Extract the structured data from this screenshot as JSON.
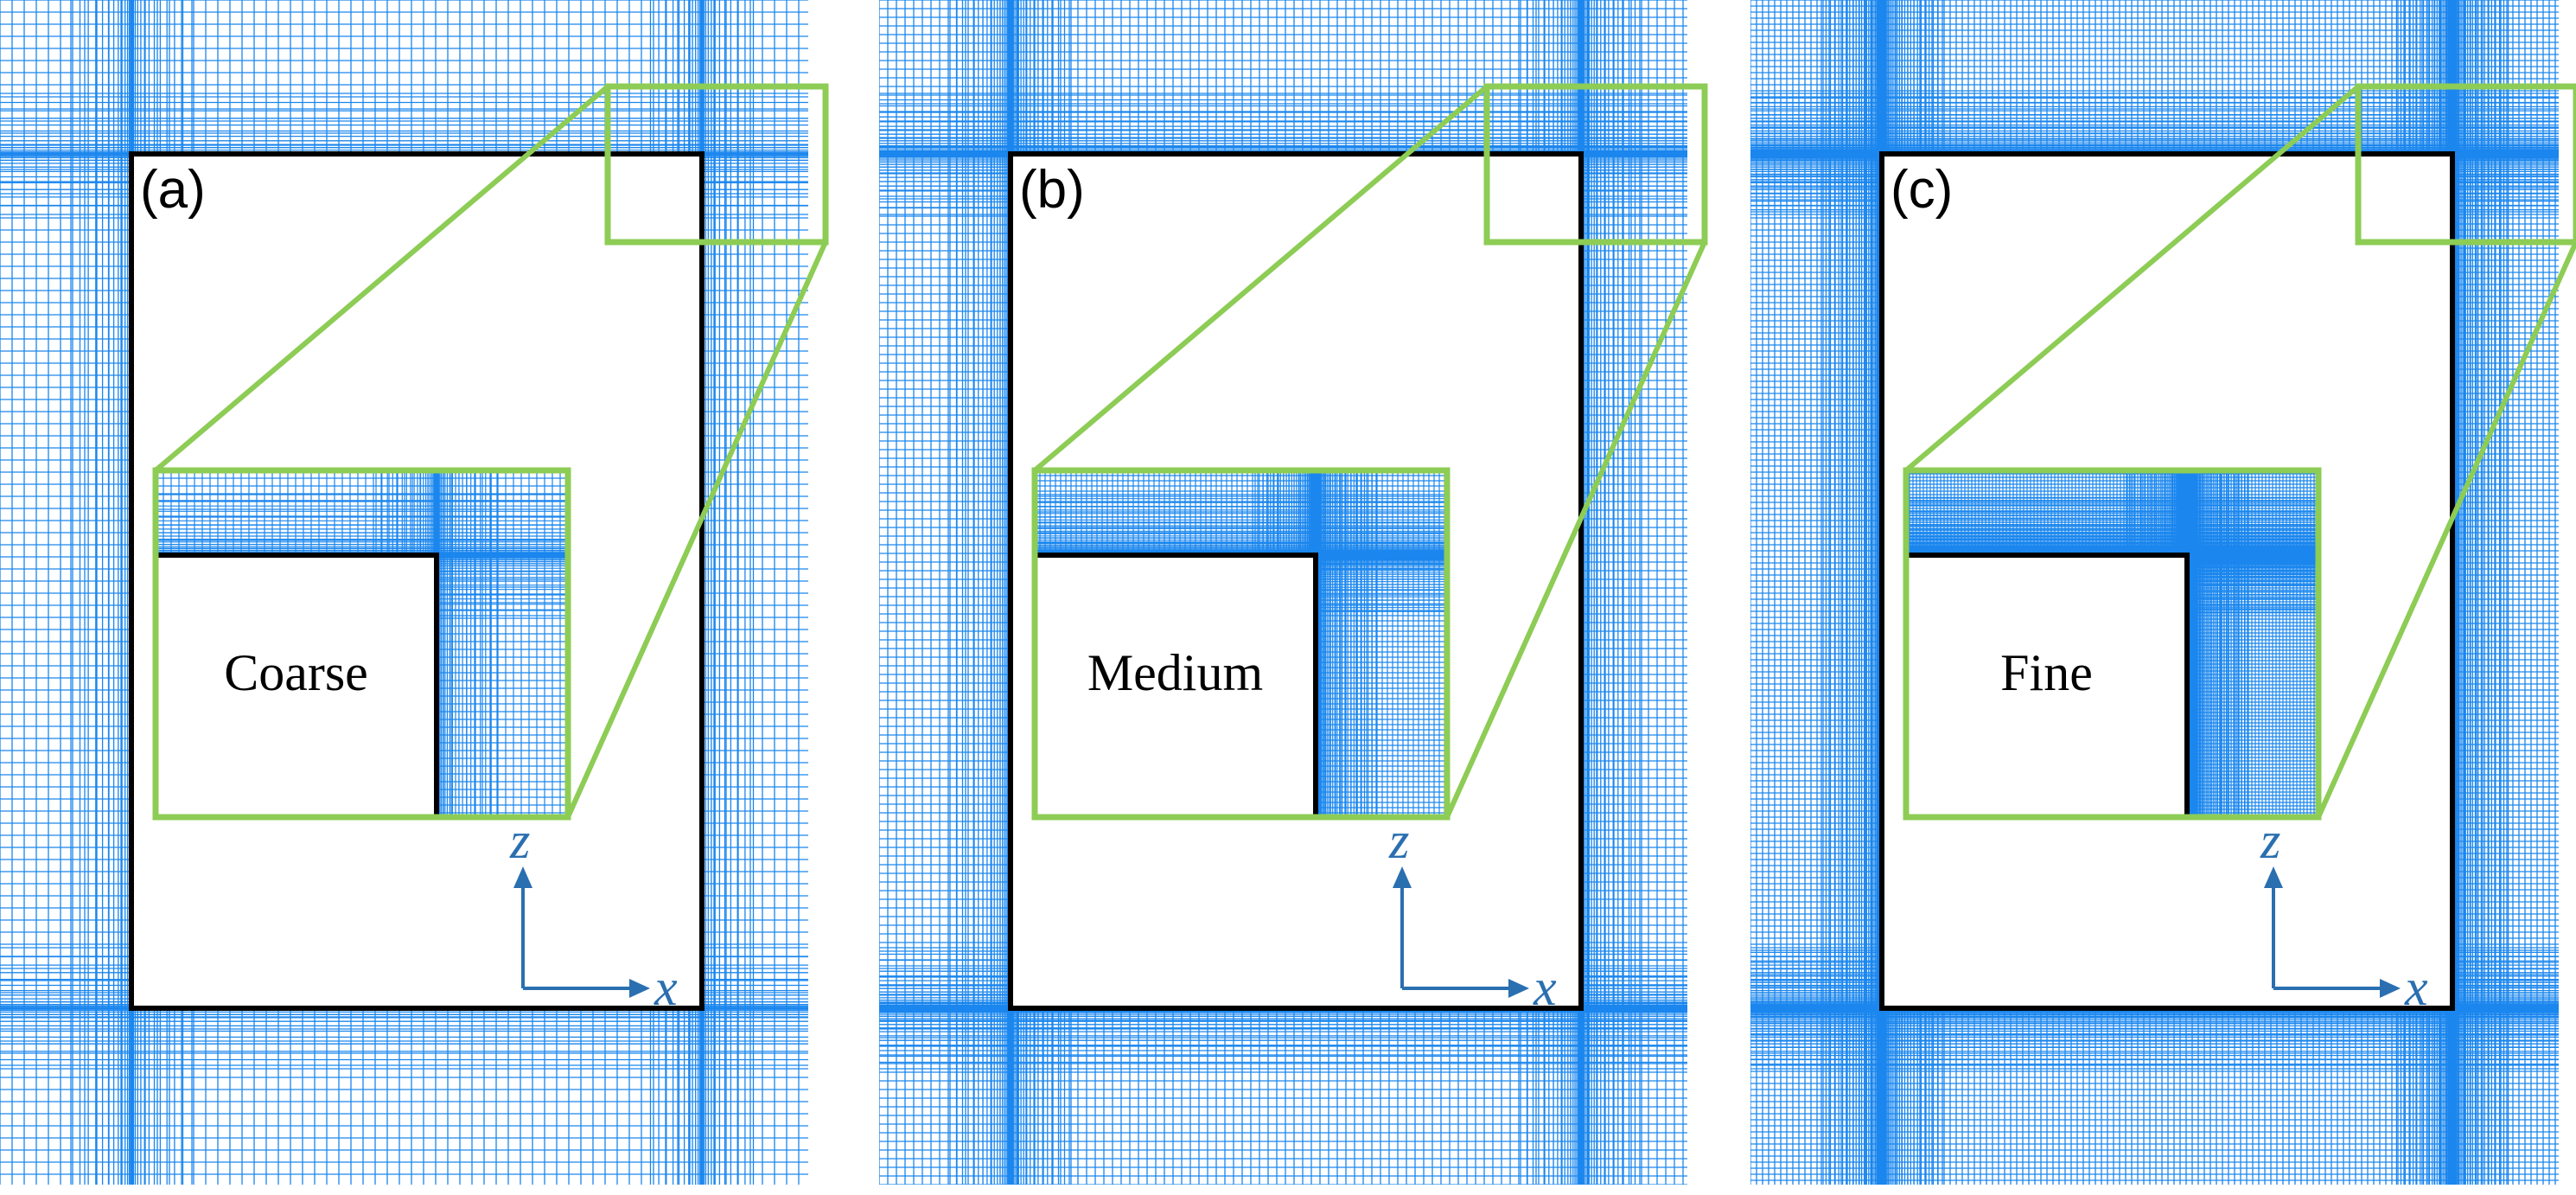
{
  "colors": {
    "mesh": "#1a86ee",
    "zoom_box": "#8dcc55",
    "axis": "#2a6fb0",
    "body": "#000000"
  },
  "panels": [
    {
      "label": "(a)",
      "mesh_name": "Coarse",
      "density": 1.0
    },
    {
      "label": "(b)",
      "mesh_name": "Medium",
      "density": 1.45
    },
    {
      "label": "(c)",
      "mesh_name": "Fine",
      "density": 2.0
    }
  ],
  "axes": {
    "vertical": "z",
    "horizontal": "x"
  }
}
